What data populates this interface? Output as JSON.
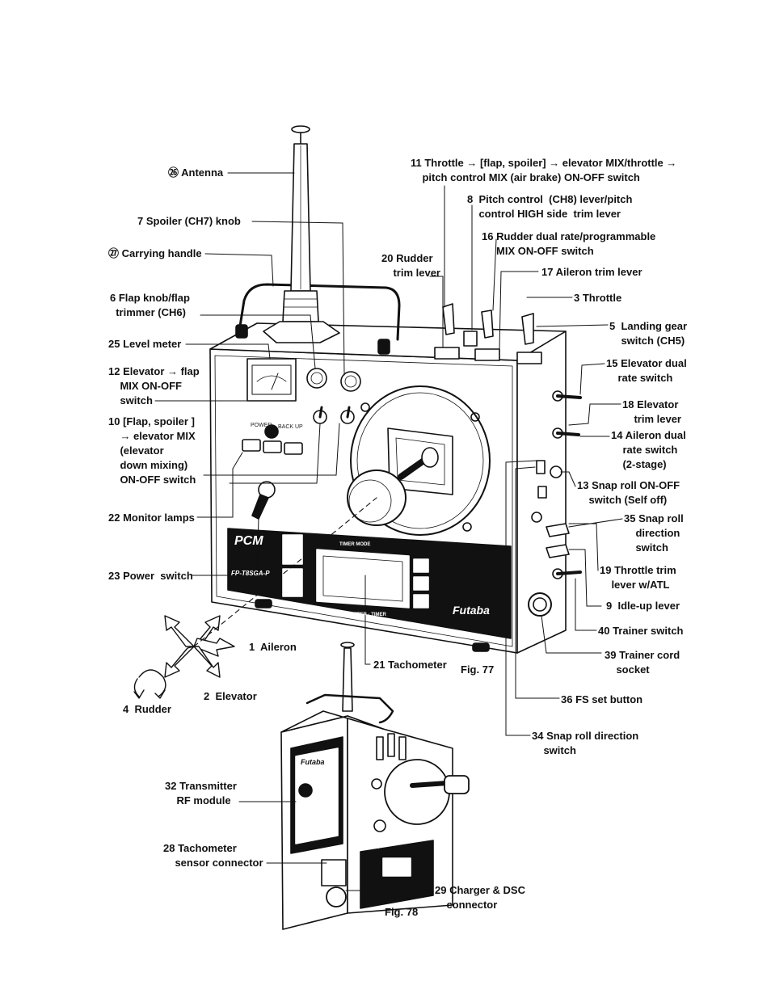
{
  "figures": {
    "fig77": "Fig. 77",
    "fig78": "Fig. 78"
  },
  "device_text": {
    "pcm_logo": "PCM",
    "model": "FP-T8SGA-P",
    "brand": "Futaba",
    "tachometer_panel": "TACHOMETER · TIMER",
    "timer_mode": "TIMER MODE",
    "power": "POWER",
    "back_up": "BACK UP"
  },
  "callouts": [
    {
      "id": "antenna",
      "text": "㉖ Antenna"
    },
    {
      "id": "spoiler-knob",
      "text": "7 Spoiler (CH7) knob"
    },
    {
      "id": "carrying-handle",
      "text": "㉗ Carrying handle"
    },
    {
      "id": "flap-knob",
      "text": "6 Flap knob/flap\n  trimmer (CH6)"
    },
    {
      "id": "level-meter",
      "text": "25 Level meter"
    },
    {
      "id": "elevator-flap-mix",
      "text": "12 Elevator → flap\n    MIX ON-OFF\n    switch"
    },
    {
      "id": "flap-spoiler-elevator-mix",
      "text": "10 [Flap, spoiler ]\n    → elevator MIX\n    (elevator\n    down mixing)\n    ON-OFF switch"
    },
    {
      "id": "monitor-lamps",
      "text": "22 Monitor lamps"
    },
    {
      "id": "power-switch",
      "text": "23 Power  switch"
    },
    {
      "id": "throttle-mix",
      "text": "11 Throttle → [flap, spoiler] → elevator MIX/throttle →\n    pitch control MIX (air brake) ON-OFF switch"
    },
    {
      "id": "pitch-control",
      "text": "8  Pitch control  (CH8) lever/pitch\n    control HIGH side  trim lever"
    },
    {
      "id": "rudder-dual-rate",
      "text": "16 Rudder dual rate/programmable\n     MIX ON-OFF switch"
    },
    {
      "id": "rudder-trim",
      "text": "20 Rudder\n    trim lever"
    },
    {
      "id": "aileron-trim",
      "text": "17 Aileron trim lever"
    },
    {
      "id": "throttle",
      "text": "3 Throttle"
    },
    {
      "id": "landing-gear",
      "text": "5  Landing gear\n    switch (CH5)"
    },
    {
      "id": "elevator-dual-rate",
      "text": "15 Elevator dual\n    rate switch"
    },
    {
      "id": "elevator-trim",
      "text": "18 Elevator\n    trim lever"
    },
    {
      "id": "aileron-dual-rate",
      "text": "14 Aileron dual\n    rate switch\n    (2-stage)"
    },
    {
      "id": "snap-roll-switch",
      "text": "13 Snap roll ON-OFF\n    switch (Self off)"
    },
    {
      "id": "snap-roll-direction",
      "text": "35 Snap roll\n    direction\n    switch"
    },
    {
      "id": "throttle-trim",
      "text": "19 Throttle trim\n    lever w/ATL"
    },
    {
      "id": "idle-up",
      "text": "9  Idle-up lever"
    },
    {
      "id": "trainer-switch",
      "text": "40 Trainer switch"
    },
    {
      "id": "trainer-cord",
      "text": "39 Trainer cord\n    socket"
    },
    {
      "id": "fs-set",
      "text": "36 FS set button"
    },
    {
      "id": "snap-roll-direction-34",
      "text": "34 Snap roll direction\n    switch"
    },
    {
      "id": "tachometer",
      "text": "21 Tachometer"
    },
    {
      "id": "aileron",
      "text": "1  Aileron"
    },
    {
      "id": "elevator",
      "text": "2  Elevator"
    },
    {
      "id": "rudder",
      "text": "4  Rudder"
    },
    {
      "id": "rf-module",
      "text": "32 Transmitter\n    RF module"
    },
    {
      "id": "tach-sensor",
      "text": "28 Tachometer\n    sensor connector"
    },
    {
      "id": "charger",
      "text": "29 Charger & DSC\n    connector"
    }
  ]
}
